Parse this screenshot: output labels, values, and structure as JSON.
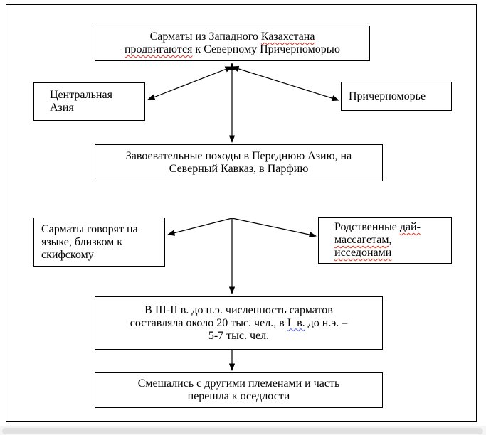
{
  "diagram": {
    "migration": {
      "line1": {
        "a": "Сарматы из Западного ",
        "b": "Казахстана"
      },
      "line2": {
        "a": "продвигаются",
        "b": " к Северному Причерноморью"
      }
    },
    "central_asia": {
      "line1": "Центральная",
      "line2": "Азия"
    },
    "black_sea": {
      "line1": "Причерноморье"
    },
    "campaigns": {
      "line1": "Завоевательные походы в Переднюю Азию, на",
      "line2": "Северный Кавказ, в Парфию"
    },
    "language": {
      "line1": "Сарматы говорят на",
      "line2": "языке, близком к",
      "line3": "скифскому"
    },
    "kinship": {
      "line1": {
        "a": "Родственные ",
        "b": "дай-"
      },
      "line2": {
        "a": "массагетам",
        "b": ","
      },
      "line3": "исседонами"
    },
    "population": {
      "line1": "В III-II в. до н.э. численность сарматов",
      "line2": {
        "a": "составляла около 20 тыс. чел., в ",
        "b": "I  в.",
        "c": " до н.э. –"
      },
      "line3": "5-7 тыс. чел."
    },
    "assimilation": {
      "line1": "Смешались с другими племенами и часть",
      "line2": "перешла к оседлости"
    }
  },
  "colors": {
    "box_border": "#000000",
    "spell_underline_red": "#e0301e",
    "grammar_underline_blue": "#4355e8",
    "scrollbar_thumb": "#e2e2e2"
  }
}
